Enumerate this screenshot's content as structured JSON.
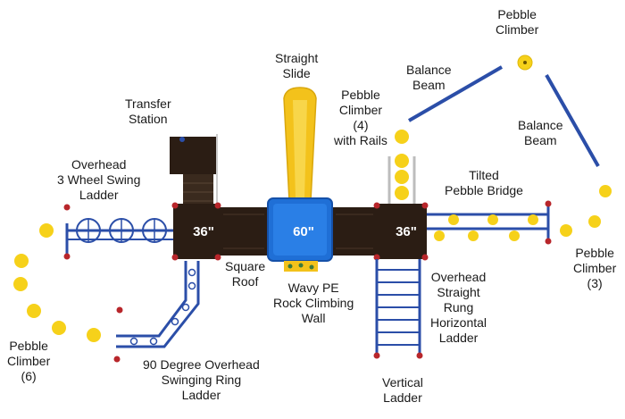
{
  "colors": {
    "deck": "#2b1d14",
    "deck_line": "#4a3527",
    "frame_blue": "#2b4ea8",
    "slide_yellow": "#f3c21b",
    "roof_blue": "#1f6fd6",
    "pebble_yellow": "#f6d11a",
    "post_cap_red": "#b8262b"
  },
  "decks": {
    "left": "36\"",
    "center": "60\"",
    "right": "36\""
  },
  "labels": {
    "pebble_top": [
      "Pebble",
      "Climber"
    ],
    "balance_beam_left": [
      "Balance",
      "Beam"
    ],
    "balance_beam_right": [
      "Balance",
      "Beam"
    ],
    "straight_slide": [
      "Straight",
      "Slide"
    ],
    "pebble_rails": [
      "Pebble",
      "Climber",
      "(4)",
      "with Rails"
    ],
    "transfer_station": [
      "Transfer",
      "Station"
    ],
    "overhead_swing": [
      "Overhead",
      "3 Wheel Swing",
      "Ladder"
    ],
    "tilted_bridge": [
      "Tilted",
      "Pebble Bridge"
    ],
    "square_roof": [
      "Square",
      "Roof"
    ],
    "wavy_wall": [
      "Wavy PE",
      "Rock Climbing",
      "Wall"
    ],
    "overhead_rung": [
      "Overhead",
      "Straight",
      "Rung",
      "Horizontal",
      "Ladder"
    ],
    "pebble_3": [
      "Pebble",
      "Climber",
      "(3)"
    ],
    "pebble_6": [
      "Pebble",
      "Climber",
      "(6)"
    ],
    "ring_ladder": [
      "90 Degree Overhead",
      "Swinging Ring",
      "Ladder"
    ],
    "vertical_ladder": [
      "Vertical",
      "Ladder"
    ]
  }
}
